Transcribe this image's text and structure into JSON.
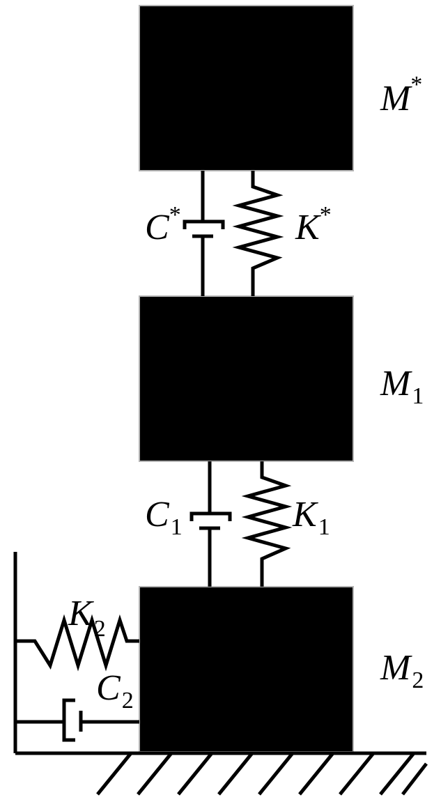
{
  "colors": {
    "mass_fill": "#000000",
    "mass_border": "#b4b4b4",
    "line": "#000000",
    "background": "#ffffff"
  },
  "masses": {
    "m_star": {
      "letter": "M",
      "mark": "*"
    },
    "m1": {
      "letter": "M",
      "mark": "1"
    },
    "m2": {
      "letter": "M",
      "mark": "2"
    }
  },
  "springs": {
    "k_star": {
      "letter": "K",
      "mark": "*"
    },
    "k1": {
      "letter": "K",
      "mark": "1"
    },
    "k2": {
      "letter": "K",
      "mark": "2"
    }
  },
  "dampers": {
    "c_star": {
      "letter": "C",
      "mark": "*"
    },
    "c1": {
      "letter": "C",
      "mark": "1"
    },
    "c2": {
      "letter": "C",
      "mark": "2"
    }
  }
}
